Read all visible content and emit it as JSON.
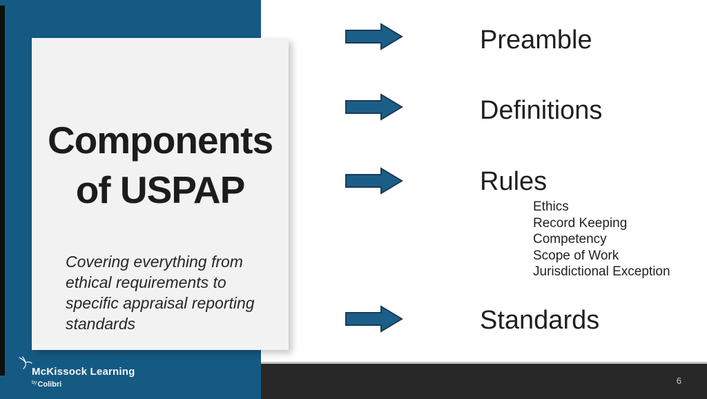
{
  "slide": {
    "title": {
      "line1": "Components",
      "line2": "of USPAP"
    },
    "subtitle_lines": [
      "Covering everything from",
      "ethical requirements to",
      "specific appraisal reporting",
      "standards"
    ],
    "items": [
      {
        "label": "Preamble"
      },
      {
        "label": "Definitions"
      },
      {
        "label": "Rules",
        "sub_items": [
          "Ethics",
          "Record Keeping",
          "Competency",
          "Scope of Work",
          "Jurisdictional Exception"
        ]
      },
      {
        "label": "Standards"
      }
    ],
    "icons": {
      "arrow": "right-block-arrow",
      "logo_bird": "hummingbird-icon"
    },
    "colors": {
      "band_blue": "#155A82",
      "arrow_fill": "#1B5F88",
      "arrow_stroke": "#1B3A57",
      "card_bg": "#F2F2F2",
      "footer_bar": "#282828",
      "footer_line": "#C6C6C6",
      "page_number": "#C9C9C9"
    },
    "footer": {
      "logo_text": "McKissock Learning",
      "logo_by": "by",
      "logo_brand": "Colibri",
      "page_number": "6"
    }
  }
}
